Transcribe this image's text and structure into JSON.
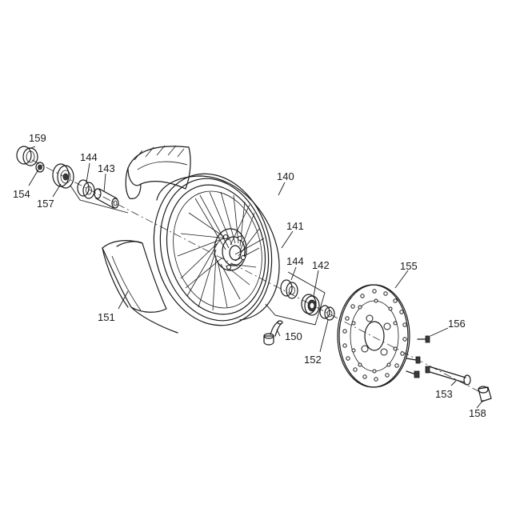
{
  "diagram": {
    "callouts": [
      {
        "id": "c159",
        "text": "159"
      },
      {
        "id": "c154",
        "text": "154"
      },
      {
        "id": "c157",
        "text": "157"
      },
      {
        "id": "c144a",
        "text": "144"
      },
      {
        "id": "c143",
        "text": "143"
      },
      {
        "id": "c140",
        "text": "140"
      },
      {
        "id": "c141",
        "text": "141"
      },
      {
        "id": "c144b",
        "text": "144"
      },
      {
        "id": "c142",
        "text": "142"
      },
      {
        "id": "c155",
        "text": "155"
      },
      {
        "id": "c156",
        "text": "156"
      },
      {
        "id": "c150",
        "text": "150"
      },
      {
        "id": "c151",
        "text": "151"
      },
      {
        "id": "c152",
        "text": "152"
      },
      {
        "id": "c153",
        "text": "153"
      },
      {
        "id": "c158",
        "text": "158"
      }
    ]
  }
}
